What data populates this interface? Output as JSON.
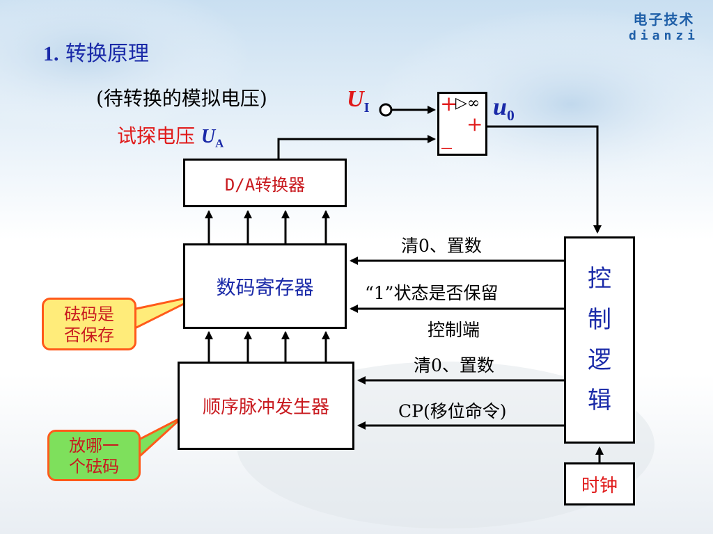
{
  "logo": {
    "cn": "电子技术",
    "en": "dianzi"
  },
  "heading": {
    "number": "1.",
    "text": "转换原理"
  },
  "analog_label": "(待转换的模拟电压)",
  "ui_symbol": {
    "main": "U",
    "sub": "I"
  },
  "probe_label": {
    "text": "试探电压",
    "sym": "U",
    "sub": "A"
  },
  "comparator": {
    "plus_in": "+",
    "minus_in": "_",
    "amp": "▷∞",
    "out_plus": "+"
  },
  "output_symbol": {
    "main": "u",
    "sub": "0"
  },
  "blocks": {
    "da": "D/A转换器",
    "register": "数码寄存器",
    "sequencer": "顺序脉冲发生器",
    "control": [
      "控",
      "制",
      "逻",
      "辑"
    ],
    "clock": "时钟"
  },
  "signals": {
    "clear_set_1": "清0、置数",
    "keep_state": "“1”状态是否保留",
    "control_end": "控制端",
    "clear_set_2": "清0、置数",
    "cp": "CP(移位命令)"
  },
  "callouts": {
    "weight_kept": [
      "砝码是",
      "否保存"
    ],
    "which_weight": [
      "放哪一",
      "个砝码"
    ]
  },
  "colors": {
    "blue": "#1a2aa8",
    "red": "#e01a1a",
    "callout_border": "#ff5a1a"
  }
}
